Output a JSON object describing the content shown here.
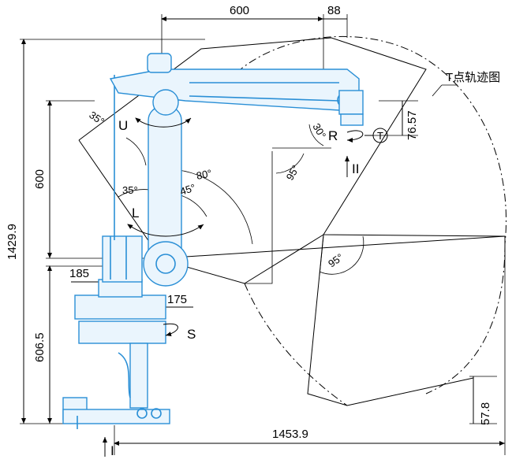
{
  "dimensions": {
    "top_width": "600",
    "top_offset": "88",
    "total_height": "1429.9",
    "left_height": "600",
    "base_height": "606.5",
    "bottom_width": "1453.9",
    "right_bottom": "57.8",
    "right_top": "76.57",
    "inner_185": "185",
    "inner_175": "175"
  },
  "angles": {
    "a35_top": "35°",
    "a30": "30°",
    "a95_upper": "95°",
    "a80": "80°",
    "a35_mid": "35°",
    "a45": "45°",
    "a95_lower": "95°"
  },
  "axes": {
    "U": "U",
    "L": "L",
    "R": "R",
    "T": "T",
    "S": "S",
    "II": "II",
    "I": "I"
  },
  "trajectory_label": "T点轨迹图"
}
